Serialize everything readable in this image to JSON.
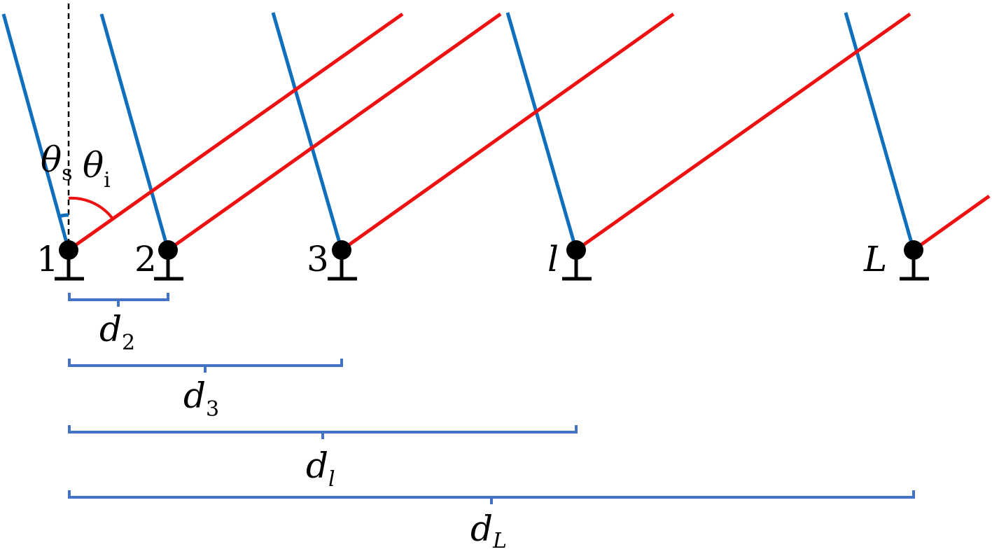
{
  "angles": {
    "scatter": {
      "symbol": "θ",
      "sub": "s",
      "color": "#0f6fbd"
    },
    "incident": {
      "symbol": "θ",
      "sub": "i",
      "color": "#ee1111"
    }
  },
  "sensors": [
    {
      "label": "1",
      "italic": false
    },
    {
      "label": "2",
      "italic": false
    },
    {
      "label": "3",
      "italic": false
    },
    {
      "label": "l",
      "italic": true
    },
    {
      "label": "L",
      "italic": true
    }
  ],
  "distances": [
    {
      "symbol": "d",
      "sub": "2"
    },
    {
      "symbol": "d",
      "sub": "3"
    },
    {
      "symbol": "d",
      "sub": "l"
    },
    {
      "symbol": "d",
      "sub": "L"
    }
  ],
  "colors": {
    "scattered": "#0f6fbd",
    "incident": "#ee1111",
    "brace": "#4472c4"
  }
}
